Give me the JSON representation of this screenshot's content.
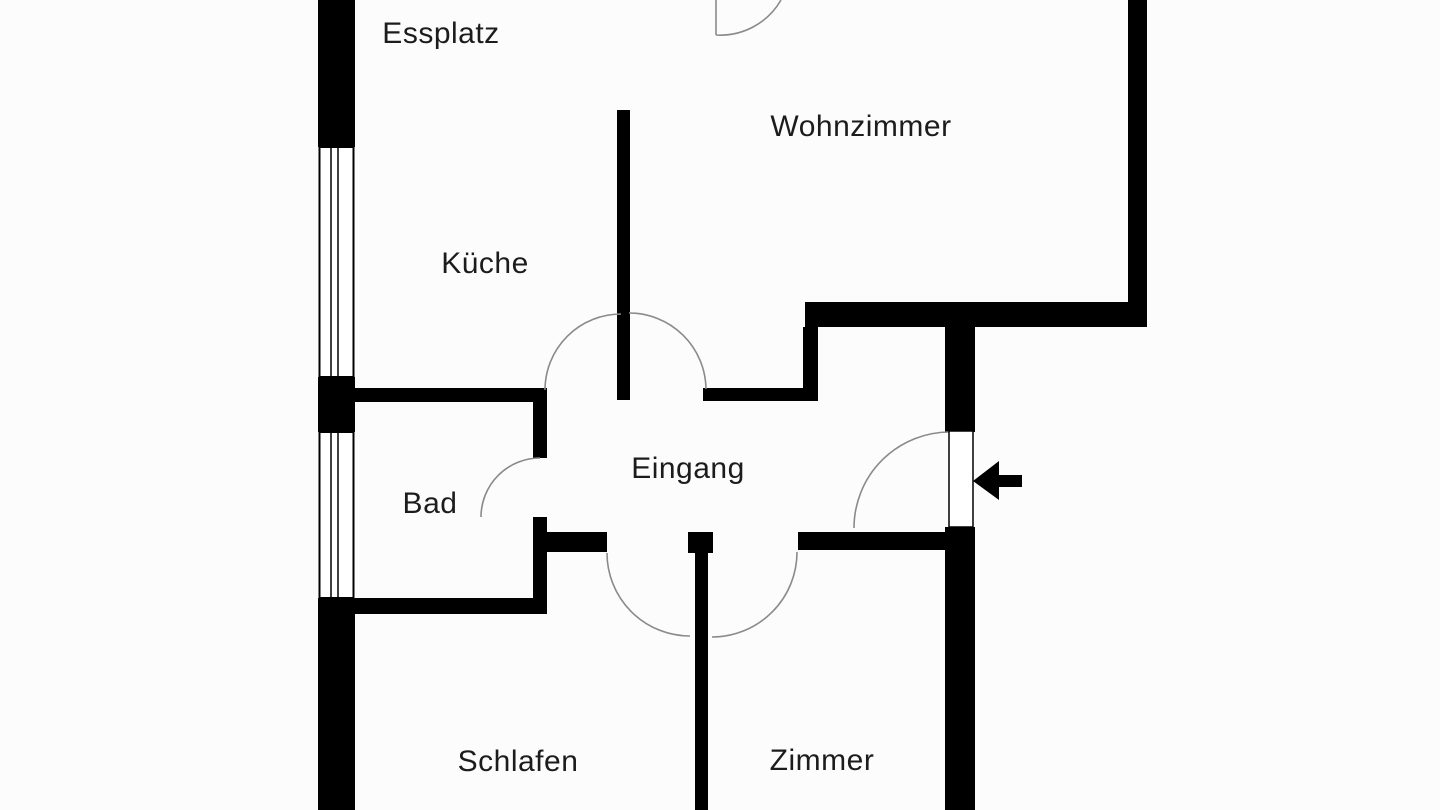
{
  "rooms": [
    {
      "id": "essplatz",
      "label": "Essplatz"
    },
    {
      "id": "wohnzimmer",
      "label": "Wohnzimmer"
    },
    {
      "id": "kueche",
      "label": "Küche"
    },
    {
      "id": "eingang",
      "label": "Eingang"
    },
    {
      "id": "bad",
      "label": "Bad"
    },
    {
      "id": "schlafen",
      "label": "Schlafen"
    },
    {
      "id": "zimmer",
      "label": "Zimmer"
    }
  ],
  "icons": {
    "entrance_arrow": "entrance-arrow-icon pointing left into apartment door"
  },
  "colors": {
    "wall": "#000000",
    "background": "#fcfcfc",
    "door_arc": "#8a8a8a",
    "text": "#1c1c1c"
  }
}
